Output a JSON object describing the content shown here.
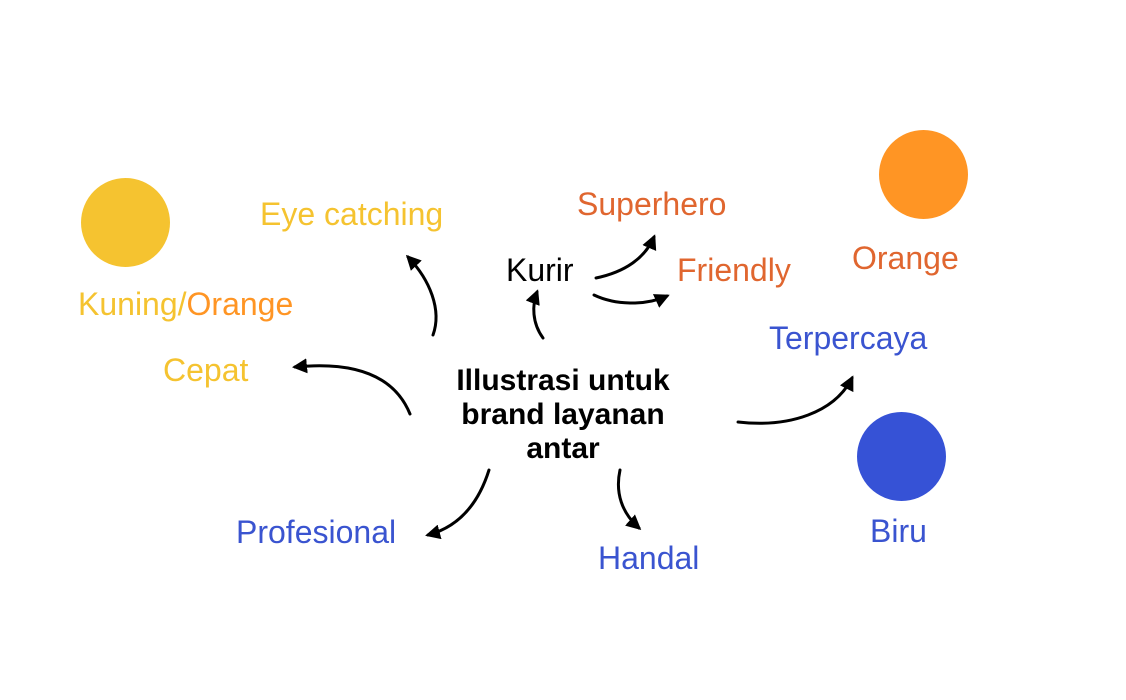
{
  "colors": {
    "yellow": "#F5C330",
    "orange": "#E0662F",
    "orange_swatch": "#FF9524",
    "blue": "#3A54D0",
    "blue_swatch": "#3652D6",
    "ink": "#000000"
  },
  "center": {
    "lines": [
      "Illustrasi untuk",
      "brand layanan",
      "antar"
    ]
  },
  "nodes": {
    "eye_catching": "Eye catching",
    "kurir": "Kurir",
    "superhero": "Superhero",
    "friendly": "Friendly",
    "kuning_orange": {
      "kuning": "Kuning/",
      "orange": "Orange"
    },
    "cepat": "Cepat",
    "orange": "Orange",
    "terpercaya": "Terpercaya",
    "biru": "Biru",
    "profesional": "Profesional",
    "handal": "Handal"
  }
}
